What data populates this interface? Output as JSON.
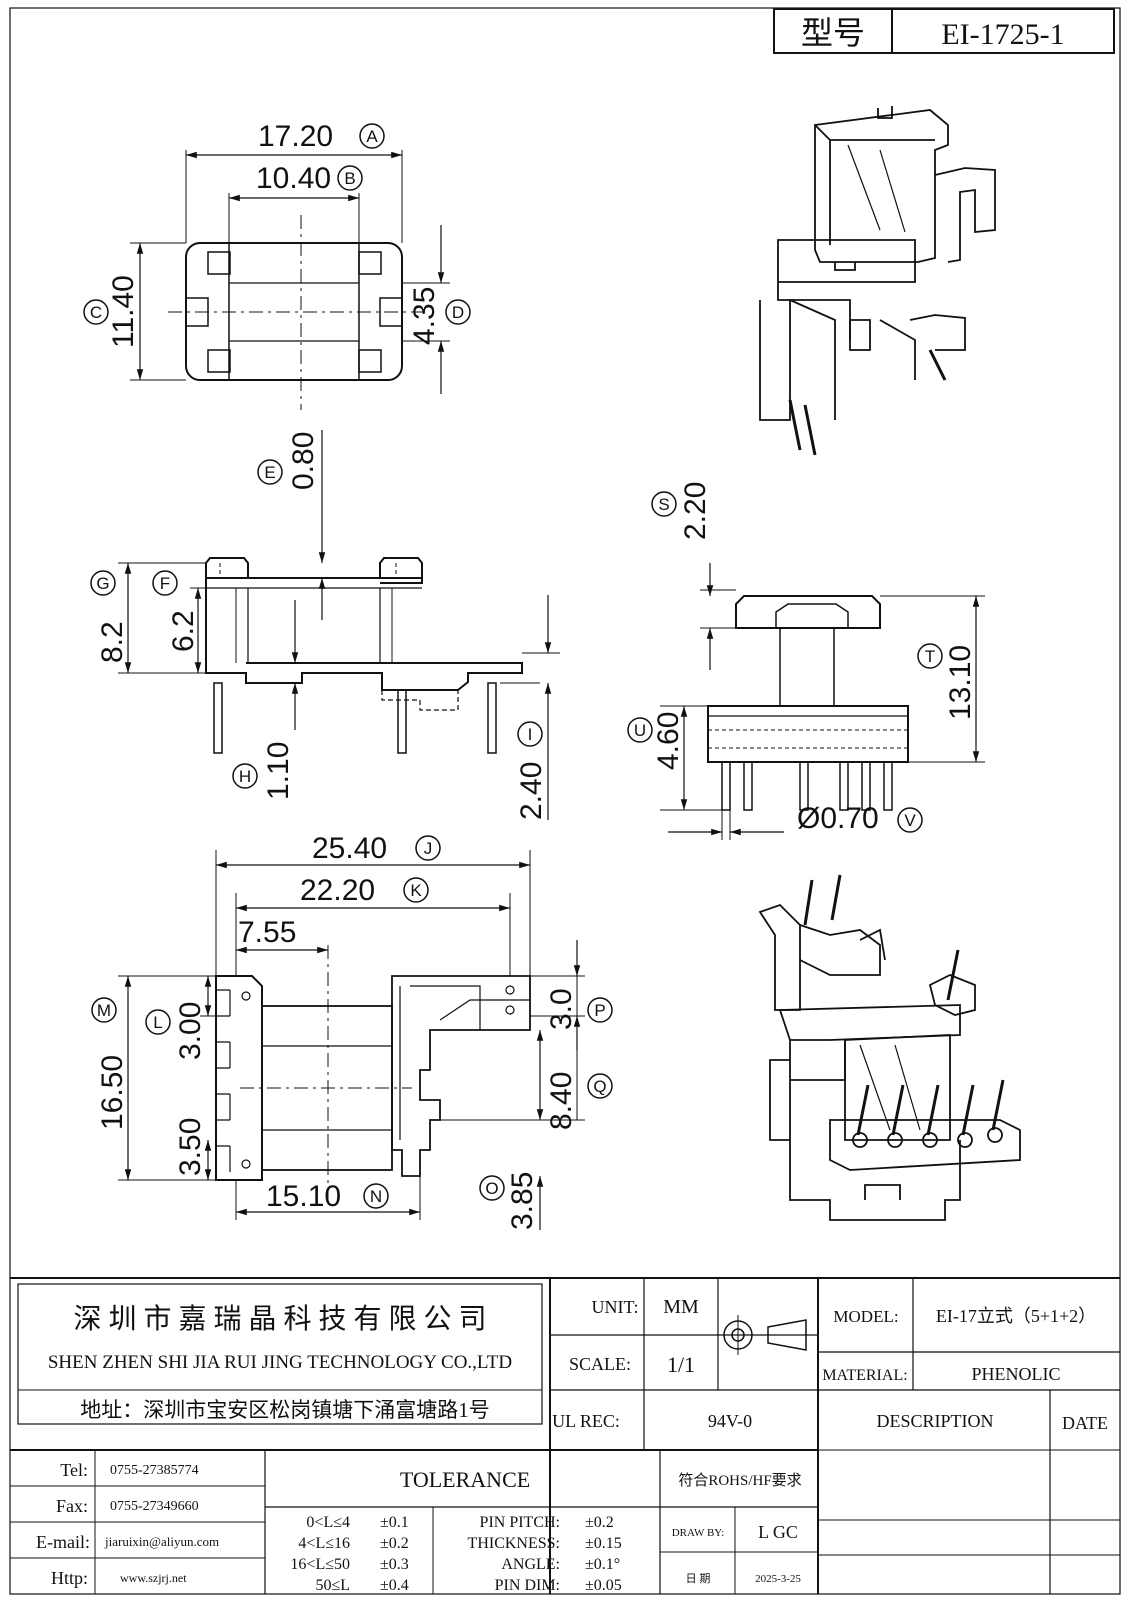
{
  "header": {
    "model_label": "型号",
    "model_value": "EI-1725-1"
  },
  "dims": {
    "A": {
      "value": "17.20",
      "tag": "A"
    },
    "B": {
      "value": "10.40",
      "tag": "B"
    },
    "C": {
      "value": "11.40",
      "tag": "C"
    },
    "D": {
      "value": "4.35",
      "tag": "D"
    },
    "E": {
      "value": "0.80",
      "tag": "E"
    },
    "F": {
      "value": "6.2",
      "tag": "F"
    },
    "G": {
      "value": "8.2",
      "tag": "G"
    },
    "H": {
      "value": "1.10",
      "tag": "H"
    },
    "I": {
      "value": "2.40",
      "tag": "I"
    },
    "S": {
      "value": "2.20",
      "tag": "S"
    },
    "T": {
      "value": "13.10",
      "tag": "T"
    },
    "U": {
      "value": "4.60",
      "tag": "U"
    },
    "V": {
      "value": "Ø0.70",
      "tag": "V"
    },
    "J": {
      "value": "25.40",
      "tag": "J"
    },
    "K": {
      "value": "22.20",
      "tag": "K"
    },
    "L1": {
      "value": "3.00",
      "tag": "L"
    },
    "L2": {
      "value": "3.50",
      "tag": ""
    },
    "M": {
      "value": "16.50",
      "tag": "M"
    },
    "N": {
      "value": "15.10",
      "tag": "N"
    },
    "O": {
      "value": "3.85",
      "tag": "O"
    },
    "P": {
      "value": "3.0",
      "tag": "P"
    },
    "Q": {
      "value": "8.40",
      "tag": "Q"
    },
    "X755": {
      "value": "7.55",
      "tag": ""
    }
  },
  "title_block": {
    "company_cn": "深 圳 市 嘉 瑞 晶 科 技 有 限 公 司",
    "company_en": "SHEN ZHEN SHI   JIA RUI JING   TECHNOLOGY CO.,LTD",
    "address": "地址：深圳市宝安区松岗镇塘下涌富塘路1号",
    "unit_label": "UNIT:",
    "unit_value": "MM",
    "scale_label": "SCALE:",
    "scale_value": "1/1",
    "ul_label": "UL REC:",
    "ul_value": "94V-0",
    "model_label": "MODEL:",
    "model_value": "EI-17立式（5+1+2）",
    "material_label": "MATERIAL:",
    "material_value": "PHENOLIC",
    "description_label": "DESCRIPTION",
    "date_label": "DATE",
    "tel_label": "Tel:",
    "tel_value": "0755-27385774",
    "fax_label": "Fax:",
    "fax_value": "0755-27349660",
    "email_label": "E-mail:",
    "email_value": "jiaruixin@aliyun.com",
    "http_label": "Http:",
    "http_value": "www.szjrj.net",
    "tolerance_label": "TOLERANCE",
    "rohs": "符合ROHS/HF要求",
    "drawby_label": "DRAW BY:",
    "drawby_value": "L GC",
    "date_cn_label": "日 期",
    "date_value": "2025-3-25",
    "tol_rows": [
      {
        "range": "0<L≤4",
        "tol": "±0.1"
      },
      {
        "range": "4<L≤16",
        "tol": "±0.2"
      },
      {
        "range": "16<L≤50",
        "tol": "±0.3"
      },
      {
        "range": "50≤L",
        "tol": "±0.4"
      }
    ],
    "spec_rows": [
      {
        "name": "PIN PITCH:",
        "tol": "±0.2"
      },
      {
        "name": "THICKNESS:",
        "tol": "±0.15"
      },
      {
        "name": "ANGLE:",
        "tol": "±0.1°"
      },
      {
        "name": "PIN DIM:",
        "tol": "±0.05"
      }
    ]
  }
}
